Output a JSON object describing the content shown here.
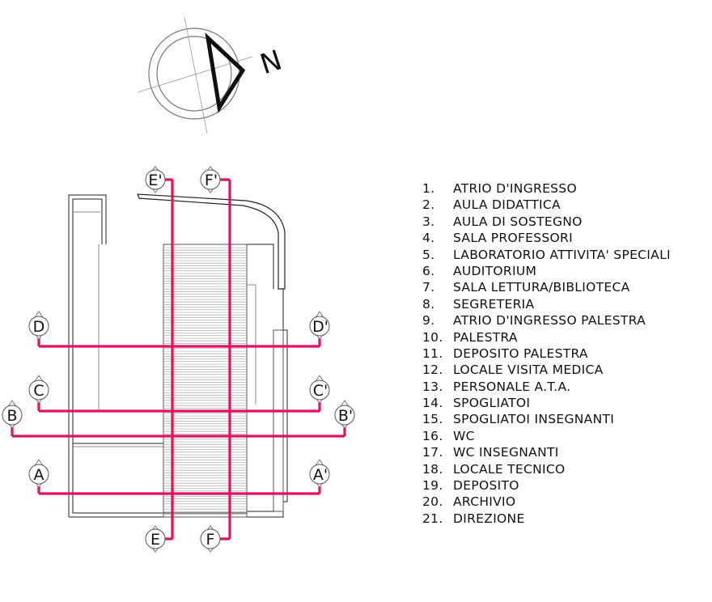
{
  "compass": {
    "north_label": "N"
  },
  "accent_color": "#e0115f",
  "section_markers": {
    "E_top": "E'",
    "F_top": "F'",
    "D_left": "D",
    "D_right": "D'",
    "C_left": "C",
    "C_right": "C'",
    "B_left": "B",
    "B_right": "B'",
    "A_left": "A",
    "A_right": "A'",
    "E_bottom": "E",
    "F_bottom": "F"
  },
  "legend": [
    {
      "num": "1.",
      "label": "ATRIO D'INGRESSO"
    },
    {
      "num": "2.",
      "label": "AULA DIDATTICA"
    },
    {
      "num": "3.",
      "label": "AULA DI SOSTEGNO"
    },
    {
      "num": "4.",
      "label": "SALA PROFESSORI"
    },
    {
      "num": "5.",
      "label": "LABORATORIO ATTIVITA' SPECIALI"
    },
    {
      "num": "6.",
      "label": "AUDITORIUM"
    },
    {
      "num": "7.",
      "label": "SALA LETTURA/BIBLIOTECA"
    },
    {
      "num": "8.",
      "label": "SEGRETERIA"
    },
    {
      "num": "9.",
      "label": "ATRIO D'INGRESSO PALESTRA"
    },
    {
      "num": "10.",
      "label": "PALESTRA"
    },
    {
      "num": "11.",
      "label": "DEPOSITO PALESTRA"
    },
    {
      "num": "12.",
      "label": "LOCALE VISITA MEDICA"
    },
    {
      "num": "13.",
      "label": "PERSONALE A.T.A."
    },
    {
      "num": "14.",
      "label": "SPOGLIATOI"
    },
    {
      "num": "15.",
      "label": "SPOGLIATOI INSEGNANTI"
    },
    {
      "num": "16.",
      "label": "WC"
    },
    {
      "num": "17.",
      "label": "WC INSEGNANTI"
    },
    {
      "num": "18.",
      "label": "LOCALE TECNICO"
    },
    {
      "num": "19.",
      "label": "DEPOSITO"
    },
    {
      "num": "20.",
      "label": "ARCHIVIO"
    },
    {
      "num": "21.",
      "label": "DIREZIONE"
    }
  ]
}
